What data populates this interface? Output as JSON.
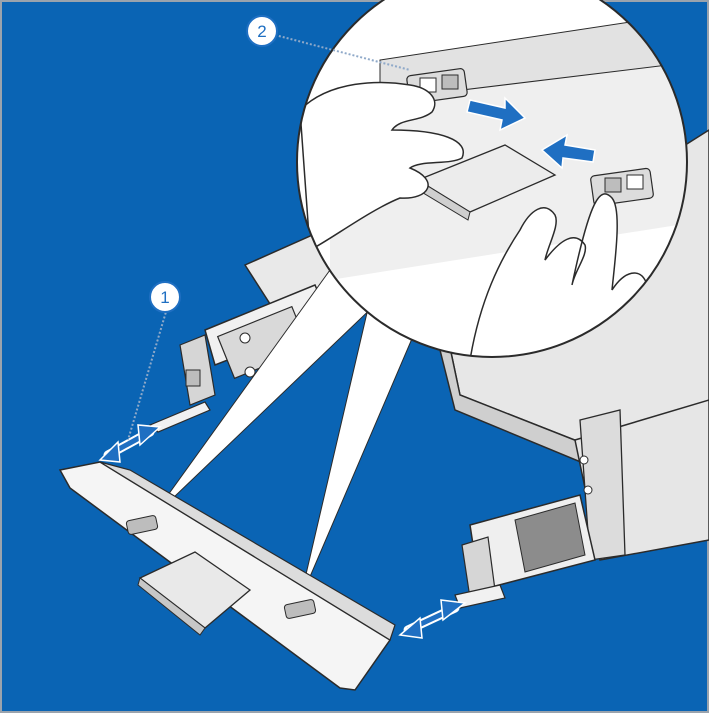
{
  "callouts": [
    {
      "id": "callout-1",
      "label": "1"
    },
    {
      "id": "callout-2",
      "label": "2"
    }
  ],
  "colors": {
    "background": "#0a64b4",
    "frame": "#9aa3ad",
    "metal_light": "#f1f1f1",
    "metal_mid": "#d9d9d9",
    "metal_dark": "#a9a9a9",
    "outline": "#2b2b2b",
    "arrow_blue": "#1f6fc2",
    "callout_fill": "#ffffff",
    "callout_text": "#1f6fc2",
    "leader_line": "#8fa9c9"
  },
  "icons": [
    "double-arrow-icon",
    "push-arrow-right-icon",
    "push-arrow-left-icon",
    "hand-icon",
    "latch-icon"
  ]
}
